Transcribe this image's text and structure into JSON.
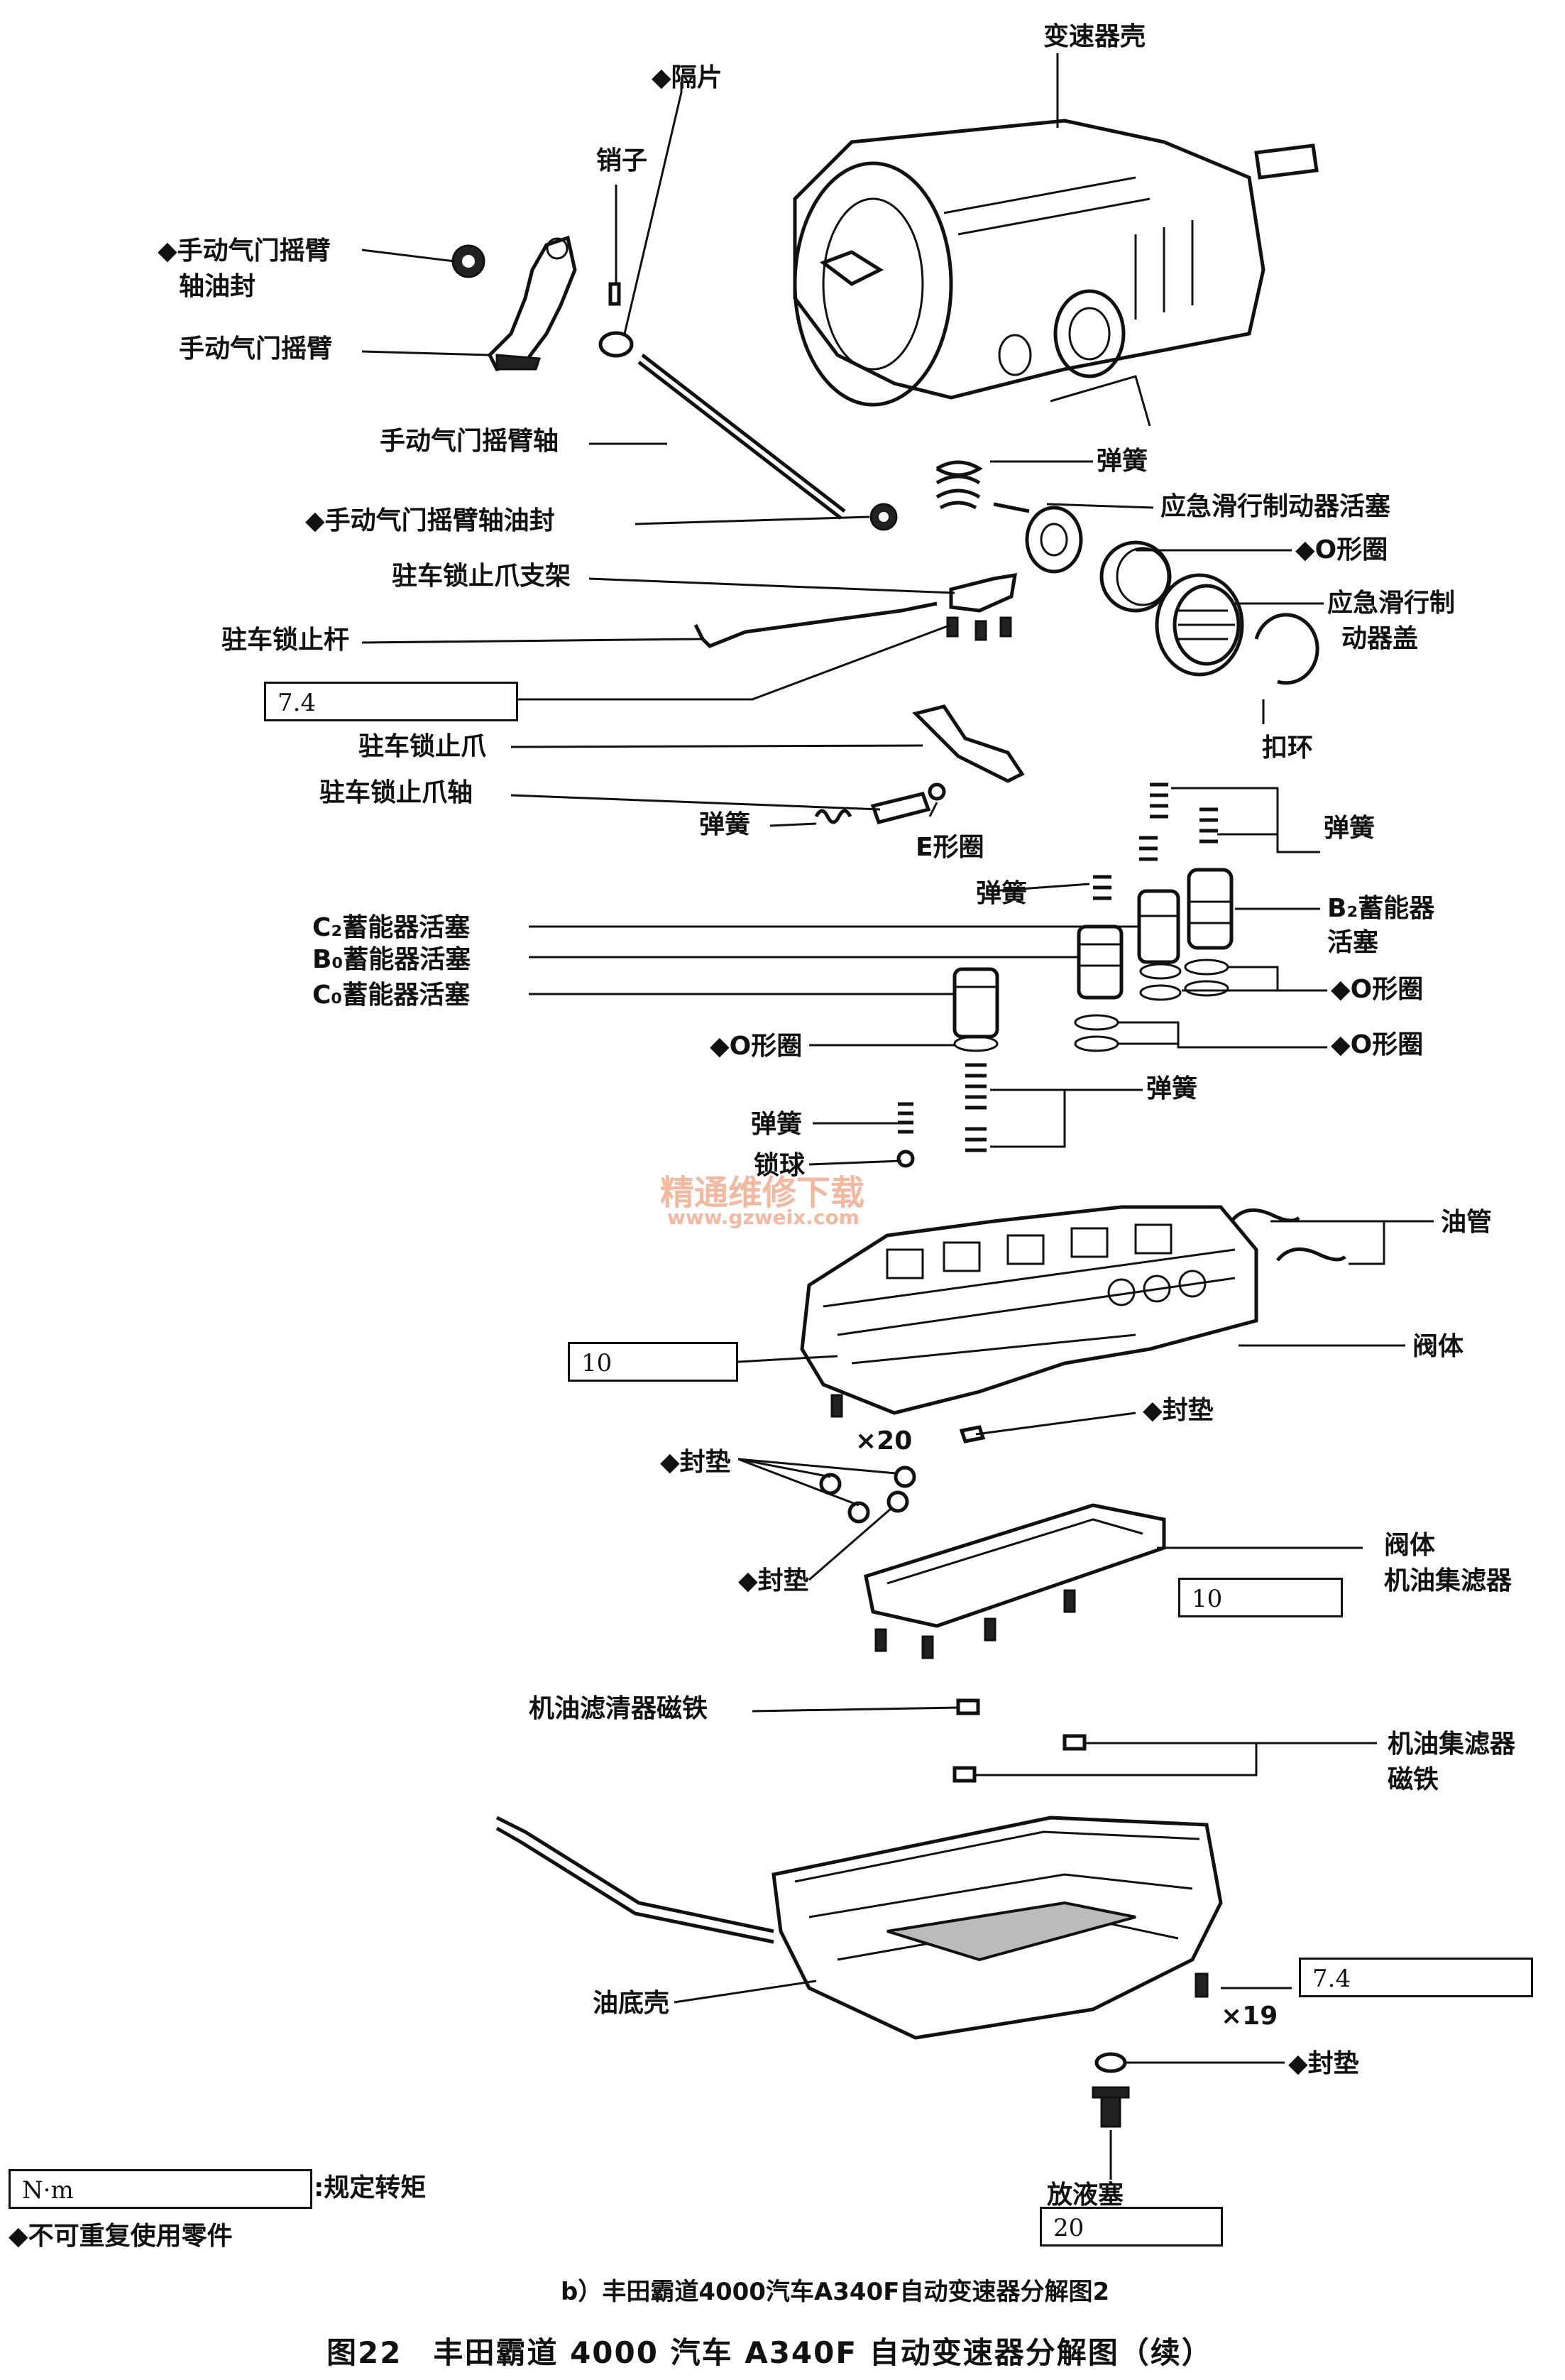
{
  "labels": {
    "case": "变速器壳",
    "spacer": "◆隔片",
    "pin": "销子",
    "lever_seal": "◆手动气门摇臂",
    "lever_seal2": "轴油封",
    "lever": "手动气门摇臂",
    "lever_shaft": "手动气门摇臂轴",
    "lever_shaft_seal": "◆手动气门摇臂轴油封",
    "pawl_bracket": "驻车锁止爪支架",
    "lock_rod": "驻车锁止杆",
    "pawl": "驻车锁止爪",
    "pawl_shaft": "驻车锁止爪轴",
    "spring_a": "弹簧",
    "spring_pawl": "弹簧",
    "e_ring": "E形圈",
    "piston_emg": "应急滑行制动器活塞",
    "oring_emg": "◆O形圈",
    "cover_emg1": "应急滑行制",
    "cover_emg2": "动器盖",
    "snap_ring": "扣环",
    "spring_b": "弹簧",
    "spring_c": "弹簧",
    "b2_1": "B₂蓄能器",
    "b2_2": "活塞",
    "c2": "C₂蓄能器活塞",
    "b0": "B₀蓄能器活塞",
    "c0": "C₀蓄能器活塞",
    "oring_1": "◆O形圈",
    "oring_2": "◆O形圈",
    "oring_3": "◆O形圈",
    "spring_d": "弹簧",
    "spring_e": "弹簧",
    "check_ball": "锁球",
    "oil_tube": "油管",
    "valve_body": "阀体",
    "x20": "×20",
    "gasket_1": "◆封垫",
    "gasket_2": "◆封垫",
    "gasket_3": "◆封垫",
    "strainer1": "阀体",
    "strainer2": "机油集滤器",
    "filter_magnet": "机油滤清器磁铁",
    "strainer_magnet1": "机油集滤器",
    "strainer_magnet2": "磁铁",
    "oil_pan": "油底壳",
    "x19": "×19",
    "gasket_4": "◆封垫",
    "drain_plug": "放液塞"
  },
  "torques": {
    "t1": "7.4",
    "t2": "10",
    "t3": "10",
    "t4": "7.4",
    "t5": "20"
  },
  "legend": {
    "unit_box": "N·m",
    "unit_desc": ":规定转矩",
    "nonreuse": "◆不可重复使用零件"
  },
  "watermark": {
    "cn": "精通维修下载",
    "url": "www.gzweix.com"
  },
  "caption_sub": "b）丰田霸道4000汽车A340F自动变速器分解图2",
  "caption_main": "图22　丰田霸道 4000 汽车 A340F 自动变速器分解图（续）"
}
